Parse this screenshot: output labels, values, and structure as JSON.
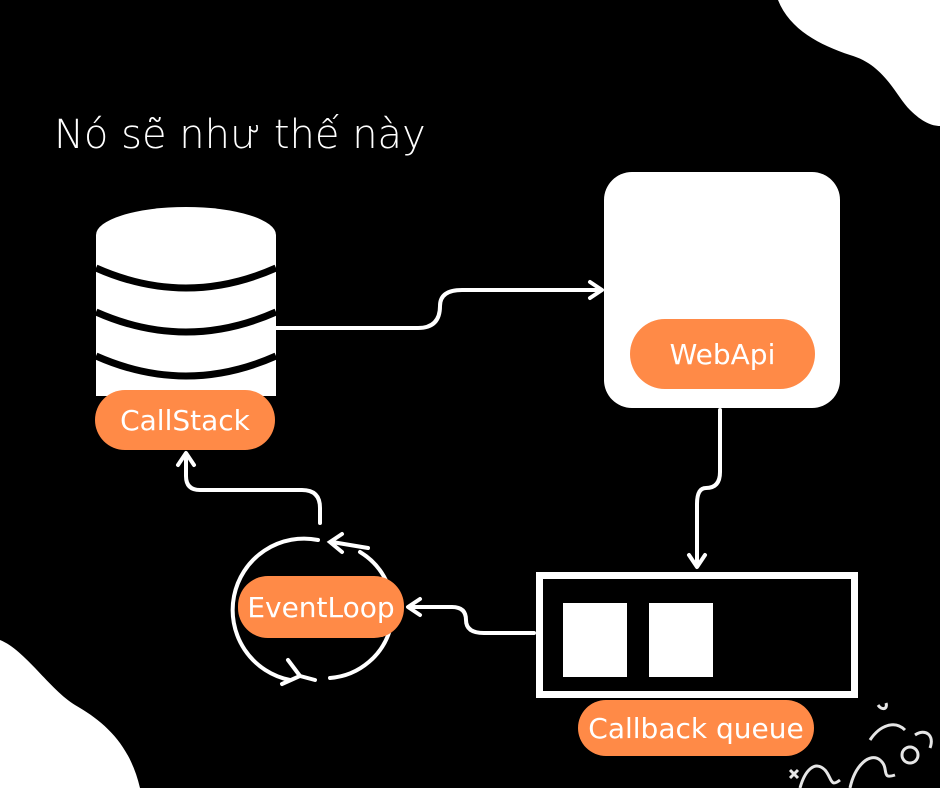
{
  "title": "Nó sẽ như thế này",
  "nodes": {
    "callstack": {
      "label": "CallStack"
    },
    "webapi": {
      "label": "WebApi"
    },
    "eventloop": {
      "label": "EventLoop"
    },
    "callback_queue": {
      "label": "Callback queue"
    }
  },
  "colors": {
    "background": "#000000",
    "accent": "#ff8a47",
    "foreground": "#ffffff"
  },
  "icons": [
    "database-icon",
    "cycle-arrows-icon",
    "doodle-decoration-icon"
  ]
}
